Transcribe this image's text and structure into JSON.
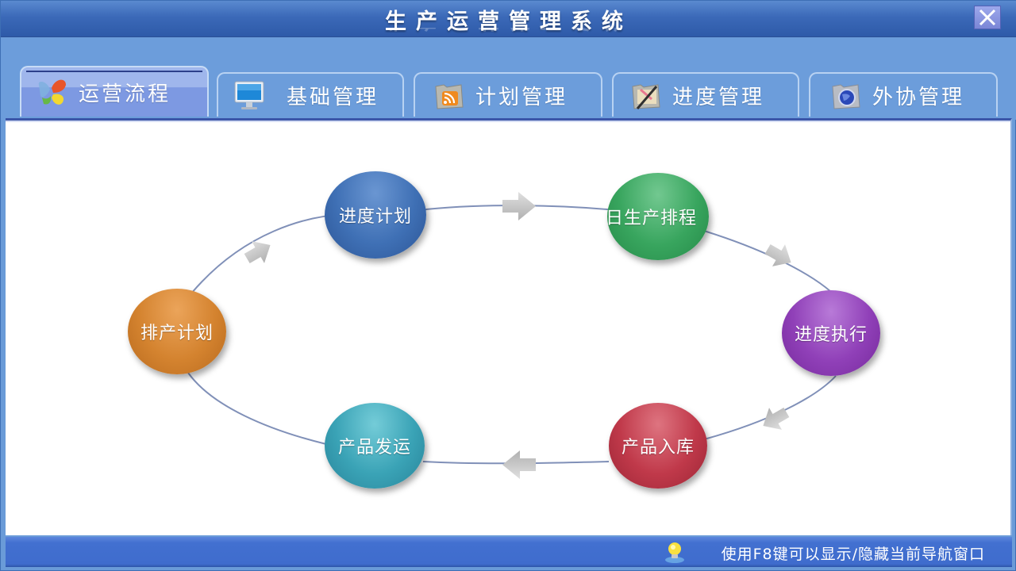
{
  "window": {
    "title": "生产运营管理系统",
    "close_label": "×"
  },
  "tabs": [
    {
      "label": "运营流程",
      "icon": "butterfly-icon",
      "active": true
    },
    {
      "label": "基础管理",
      "icon": "monitor-icon",
      "active": false
    },
    {
      "label": "计划管理",
      "icon": "rss-folder-icon",
      "active": false
    },
    {
      "label": "进度管理",
      "icon": "pen-folder-icon",
      "active": false
    },
    {
      "label": "外协管理",
      "icon": "globe-folder-icon",
      "active": false
    }
  ],
  "flow": {
    "nodes": [
      {
        "label": "排产计划",
        "color": "#d4832f"
      },
      {
        "label": "进度计划",
        "color": "#3f70b5"
      },
      {
        "label": "日生产排程",
        "color": "#38a55e"
      },
      {
        "label": "进度执行",
        "color": "#9040b8"
      },
      {
        "label": "产品入库",
        "color": "#c0394a"
      },
      {
        "label": "产品发运",
        "color": "#3aa3b6"
      }
    ],
    "arrow_color": "#c8c8c8",
    "line_color": "#8090b8"
  },
  "status": {
    "icon": "lightbulb-icon",
    "text": "使用F8键可以显示/隐藏当前导航窗口"
  }
}
